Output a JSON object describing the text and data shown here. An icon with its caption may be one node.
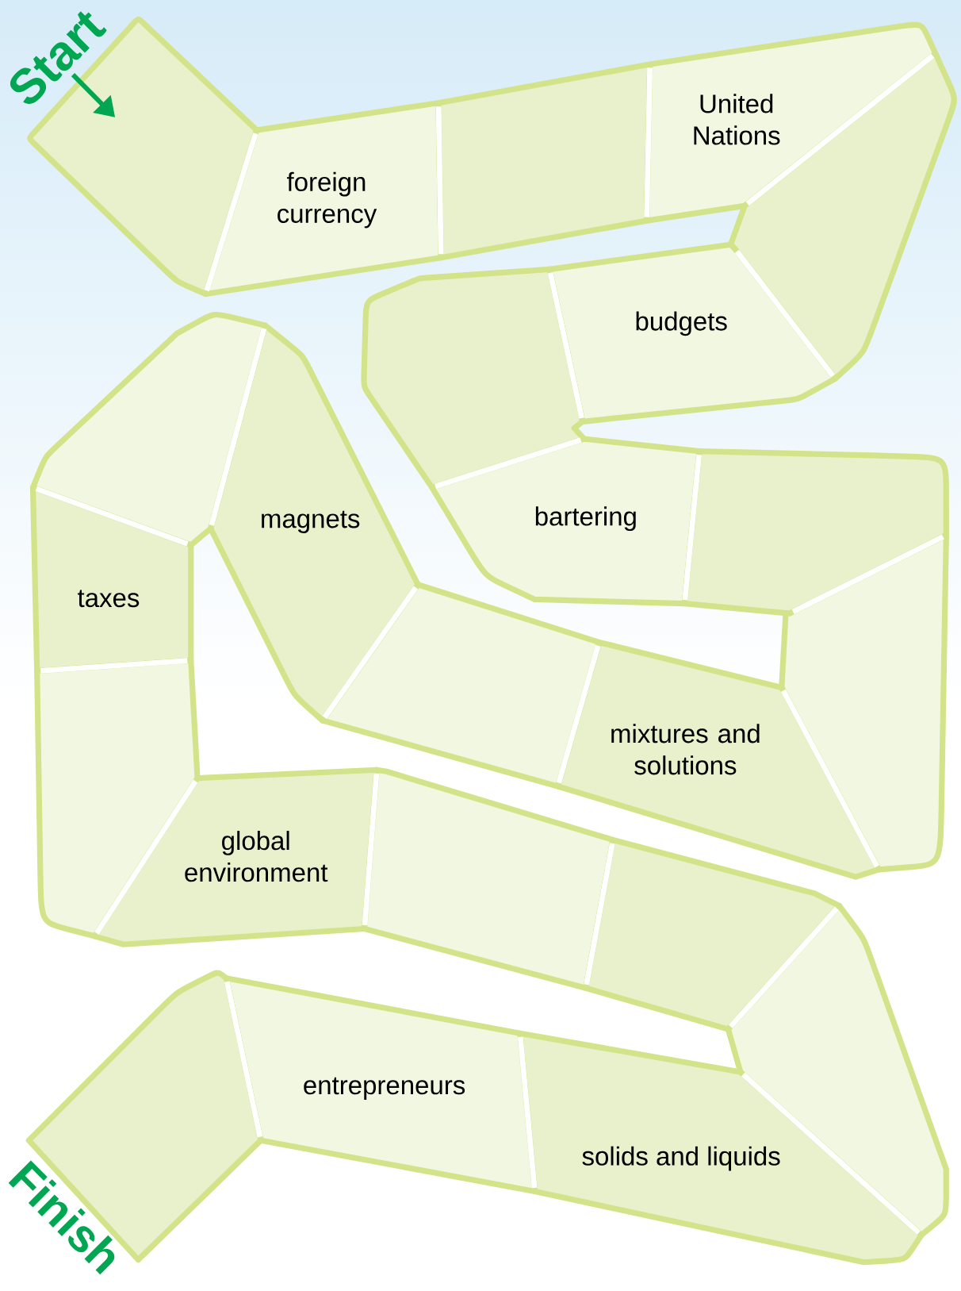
{
  "diagram": {
    "nodes": [
      {
        "text": [
          "Start"
        ]
      },
      {
        "text": [],
        "shape": "box"
      },
      {
        "text": [
          "foreign currency"
        ]
      },
      {
        "text": [],
        "shape": "box"
      },
      {
        "text": [
          "United Nations"
        ]
      },
      {
        "text": [],
        "shape": "box"
      },
      {
        "text": [
          "budgets"
        ]
      },
      {
        "text": [],
        "shape": "box"
      },
      {
        "text": [
          "bartering"
        ]
      },
      {
        "text": [],
        "shape": "box"
      },
      {
        "text": [],
        "shape": "box"
      },
      {
        "text": [
          "mixtures and solutions"
        ]
      },
      {
        "text": [],
        "shape": "box"
      },
      {
        "text": [
          "magnets"
        ]
      },
      {
        "text": [],
        "shape": "box"
      },
      {
        "text": [
          "taxes"
        ]
      },
      {
        "text": [],
        "shape": "box"
      },
      {
        "text": [
          "global environment"
        ]
      },
      {
        "text": [],
        "shape": "box"
      },
      {
        "text": [],
        "shape": "box"
      },
      {
        "text": [],
        "shape": "box"
      },
      {
        "text": [
          "solids and liquids"
        ]
      },
      {
        "text": [
          "entrepreneurs"
        ]
      },
      {
        "text": [],
        "shape": "box"
      }
    ],
    "edges": [
      {
        "from": 0,
        "to": 1,
        "arrow": "to"
      }
    ],
    "labels": [
      "Finish"
    ]
  }
}
